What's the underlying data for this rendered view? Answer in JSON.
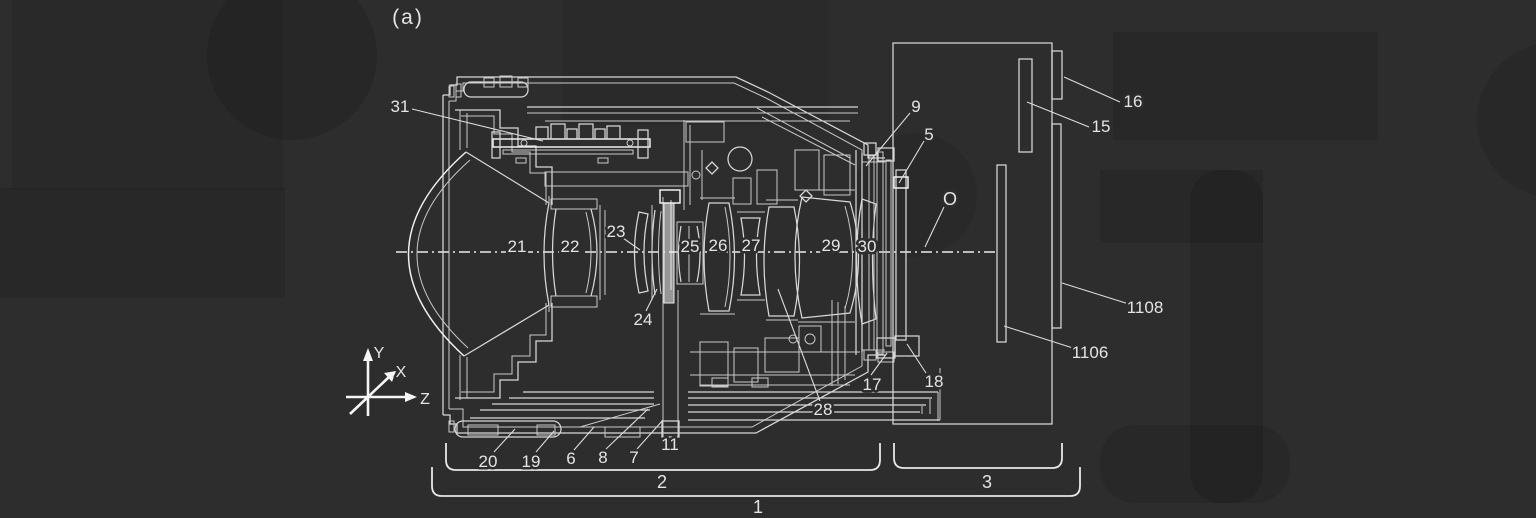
{
  "figure": {
    "panel_label": "(a)"
  },
  "colors": {
    "background": "#2d2d2e",
    "line": "#d8d8d8",
    "bright_line": "#f0f0f0",
    "label_text": "#e4e4e4",
    "watermark_shade": "rgba(0,0,0,0.10)"
  },
  "coordinate_axes": {
    "y_label": "Y",
    "x_label": "X",
    "z_label": "Z"
  },
  "optical_axis_label": "O",
  "part_labels": {
    "n31": "31",
    "n21": "21",
    "n22": "22",
    "n23": "23",
    "n24": "24",
    "n25": "25",
    "n26": "26",
    "n27": "27",
    "n28": "28",
    "n29": "29",
    "n30": "30",
    "n9": "9",
    "n5": "5",
    "n15": "15",
    "n16": "16",
    "n1108": "1108",
    "n1106": "1106",
    "n17": "17",
    "n18": "18",
    "n20": "20",
    "n19": "19",
    "n6": "6",
    "n8": "8",
    "n7": "7",
    "n11": "11"
  },
  "group_brackets": {
    "lens_barrel": "2",
    "camera_body": "3",
    "whole_camera": "1"
  }
}
